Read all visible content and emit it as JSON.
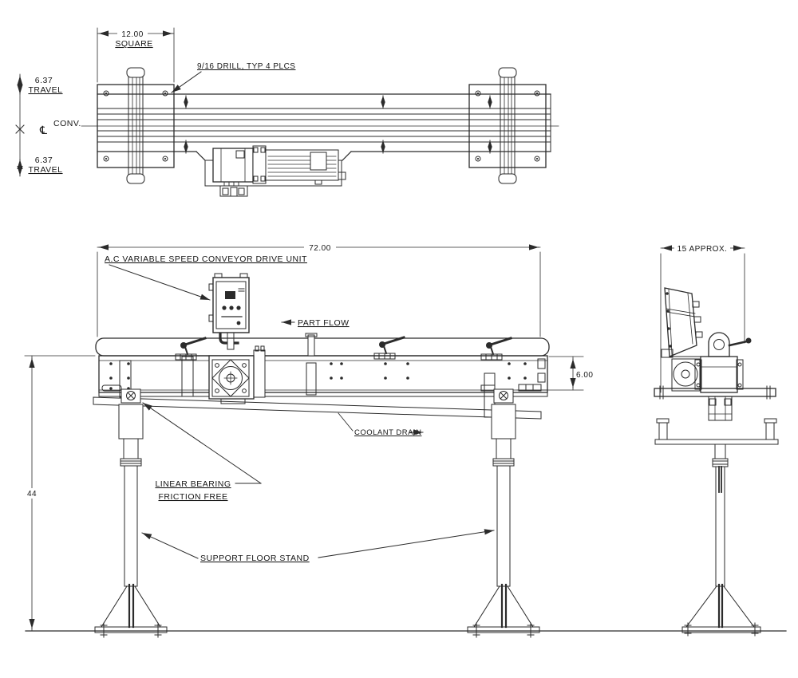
{
  "drawing": {
    "title_hint": "conveyor assembly engineering drawing",
    "line_color": "#2b2b2b",
    "background": "#ffffff",
    "top_view": {
      "dim_width": "12.00",
      "dim_width_note": "SQUARE",
      "drill_note": "9/16 DRILL, TYP 4 PLCS",
      "travel_up_value": "6.37",
      "travel_up_label": "TRAVEL",
      "travel_down_value": "6.37",
      "travel_down_label": "TRAVEL",
      "centerline_symbol": "℄",
      "centerline_label": "CONV."
    },
    "elevation": {
      "dim_length": "72.00",
      "drive_unit_label": "A.C VARIABLE SPEED CONVEYOR DRIVE UNIT",
      "part_flow_label": "PART FLOW",
      "dim_frame_height": "6.00",
      "coolant_label": "COOLANT DRAIN",
      "dim_stand_height": "44",
      "bearing_label_line1": "LINEAR BEARING",
      "bearing_label_line2": "FRICTION FREE",
      "stand_label": "SUPPORT FLOOR STAND"
    },
    "end_view": {
      "dim_depth": "15 APPROX."
    }
  }
}
